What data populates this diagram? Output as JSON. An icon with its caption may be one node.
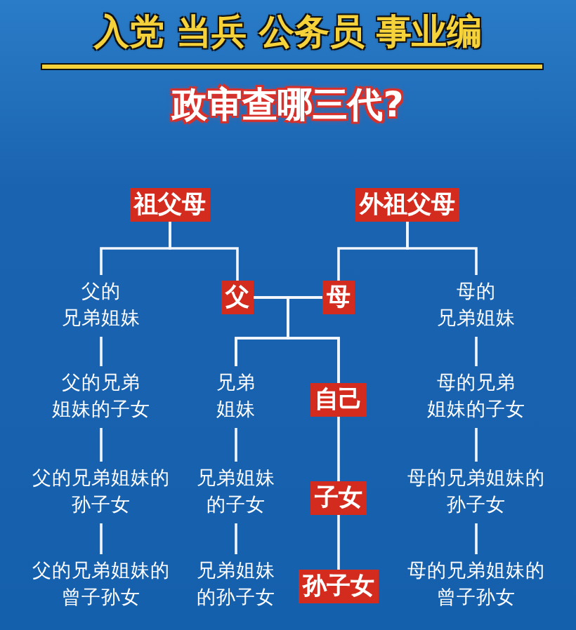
{
  "diagram": {
    "title": "入党 当兵 公务员 事业编",
    "nodes": [
      {
        "text": [
          "祖父母"
        ]
      },
      {
        "text": [
          "外祖父母"
        ]
      },
      {
        "text": [
          "父的兄弟姐妹"
        ]
      },
      {
        "text": [
          "父"
        ]
      },
      {
        "text": [
          "母"
        ]
      },
      {
        "text": [
          "母的兄弟姐妹"
        ]
      },
      {
        "text": [
          "父的兄弟姐妹的子女"
        ]
      },
      {
        "text": [
          "兄弟姐妹"
        ]
      },
      {
        "text": [
          "自己"
        ]
      },
      {
        "text": [
          "母的兄弟姐妹的子女"
        ]
      },
      {
        "text": [
          "父的兄弟姐妹的孙子女"
        ]
      },
      {
        "text": [
          "兄弟姐妹的子女"
        ]
      },
      {
        "text": [
          "子女"
        ]
      },
      {
        "text": [
          "母的兄弟姐妹的孙子女"
        ]
      },
      {
        "text": [
          "父的兄弟姐妹的曾子孙女"
        ]
      },
      {
        "text": [
          "兄弟姐妹的孙子女"
        ]
      },
      {
        "text": [
          "孙子女"
        ]
      },
      {
        "text": [
          "母的兄弟姐妹的曾子孙女"
        ]
      }
    ],
    "edges": [
      {
        "from": 0,
        "to": 2,
        "arrow": "none"
      },
      {
        "from": 0,
        "to": 3,
        "arrow": "none"
      },
      {
        "from": 1,
        "to": 4,
        "arrow": "none"
      },
      {
        "from": 1,
        "to": 5,
        "arrow": "none"
      },
      {
        "from": 3,
        "to": 4,
        "arrow": "none"
      },
      {
        "from": 3,
        "to": 7,
        "arrow": "none"
      },
      {
        "from": 3,
        "to": 8,
        "arrow": "none"
      },
      {
        "from": 4,
        "to": 7,
        "arrow": "none"
      },
      {
        "from": 4,
        "to": 8,
        "arrow": "none"
      },
      {
        "from": 2,
        "to": 6,
        "arrow": "none"
      },
      {
        "from": 6,
        "to": 10,
        "arrow": "none"
      },
      {
        "from": 10,
        "to": 14,
        "arrow": "none"
      },
      {
        "from": 7,
        "to": 11,
        "arrow": "none"
      },
      {
        "from": 11,
        "to": 15,
        "arrow": "none"
      },
      {
        "from": 8,
        "to": 12,
        "arrow": "none"
      },
      {
        "from": 12,
        "to": 16,
        "arrow": "none"
      },
      {
        "from": 5,
        "to": 9,
        "arrow": "none"
      },
      {
        "from": 9,
        "to": 13,
        "arrow": "none"
      },
      {
        "from": 13,
        "to": 17,
        "arrow": "none"
      }
    ],
    "labels": [
      "政审查哪三代?"
    ]
  }
}
